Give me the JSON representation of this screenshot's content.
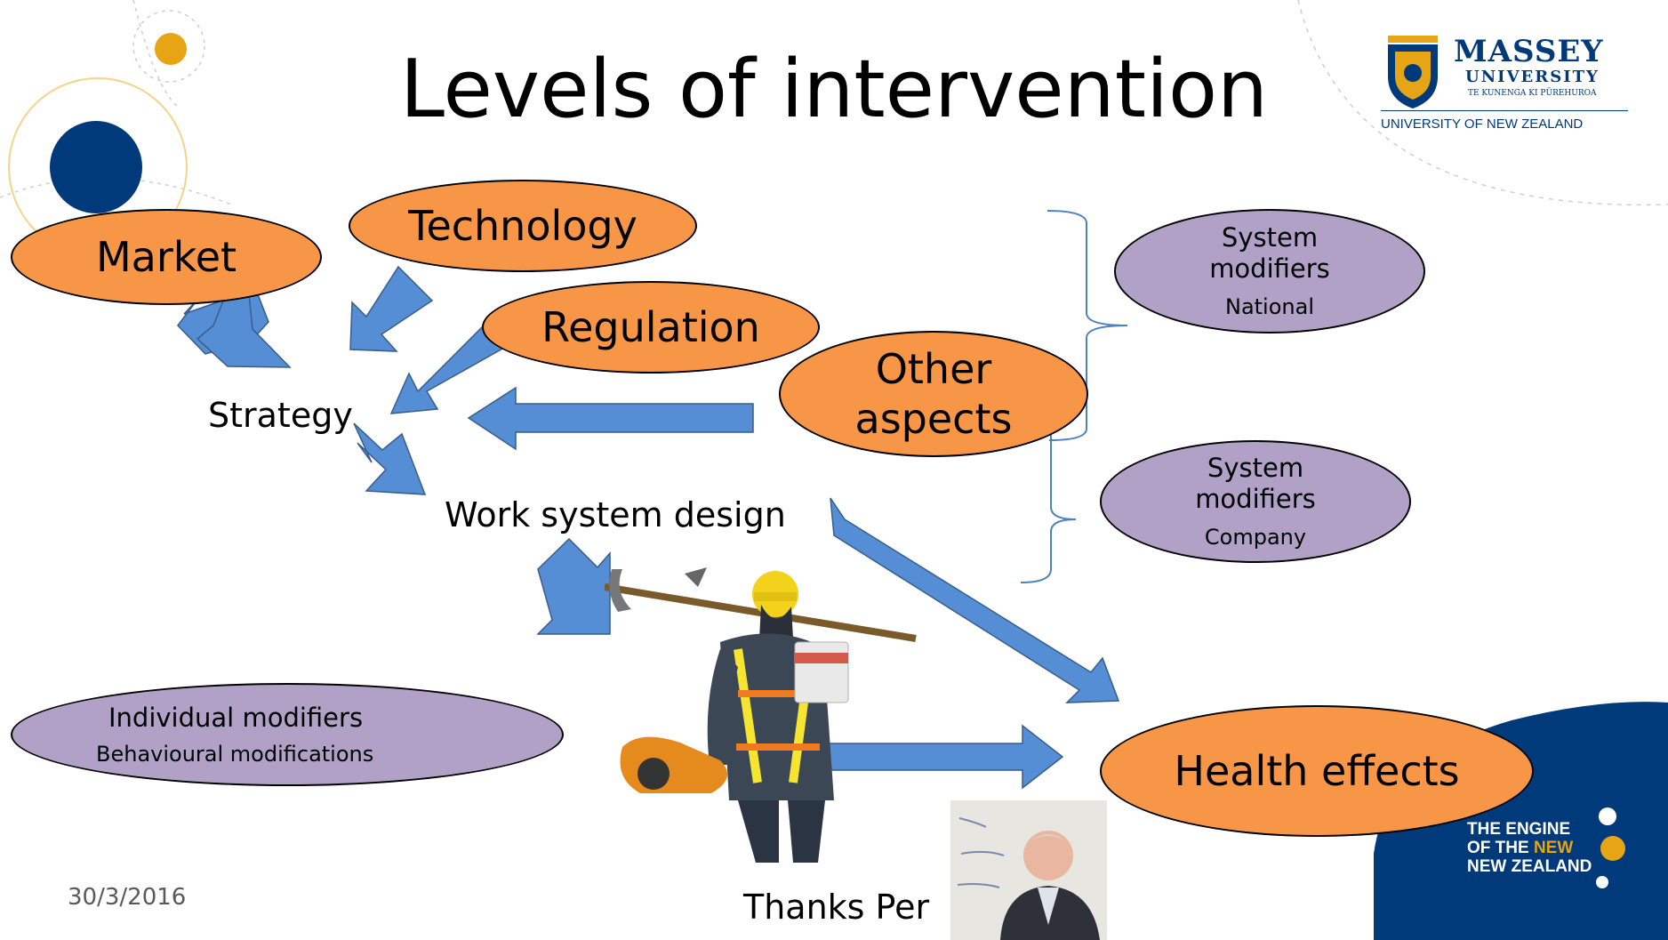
{
  "slide": {
    "title": "Levels of intervention",
    "date": "30/3/2016",
    "thanks": "Thanks Per"
  },
  "drivers": {
    "market": "Market",
    "technology": "Technology",
    "regulation": "Regulation",
    "other_line1": "Other",
    "other_line2": "aspects"
  },
  "flow": {
    "strategy": "Strategy",
    "work_system_design": "Work system design",
    "health_effects": "Health effects"
  },
  "system_modifiers_national": {
    "line1": "System",
    "line2": "modifiers",
    "level": "National"
  },
  "system_modifiers_company": {
    "line1": "System",
    "line2": "modifiers",
    "level": "Company"
  },
  "individual_modifiers": {
    "line1": "Individual modifiers",
    "line2": "Behavioural modifications"
  },
  "logo": {
    "name": "MASSEY",
    "sub": "UNIVERSITY",
    "maori": "TE KUNENGA KI PŪREHUROA",
    "tagline": "UNIVERSITY OF NEW ZEALAND"
  },
  "engine": {
    "line1": "THE ENGINE",
    "line2_a": "OF THE ",
    "line2_b": "NEW",
    "line3": "NEW ZEALAND"
  },
  "colors": {
    "orange": "#f79646",
    "purple": "#b2a1c7",
    "arrow": "#558ed5",
    "navy": "#003a7a",
    "gold": "#e7a414"
  }
}
